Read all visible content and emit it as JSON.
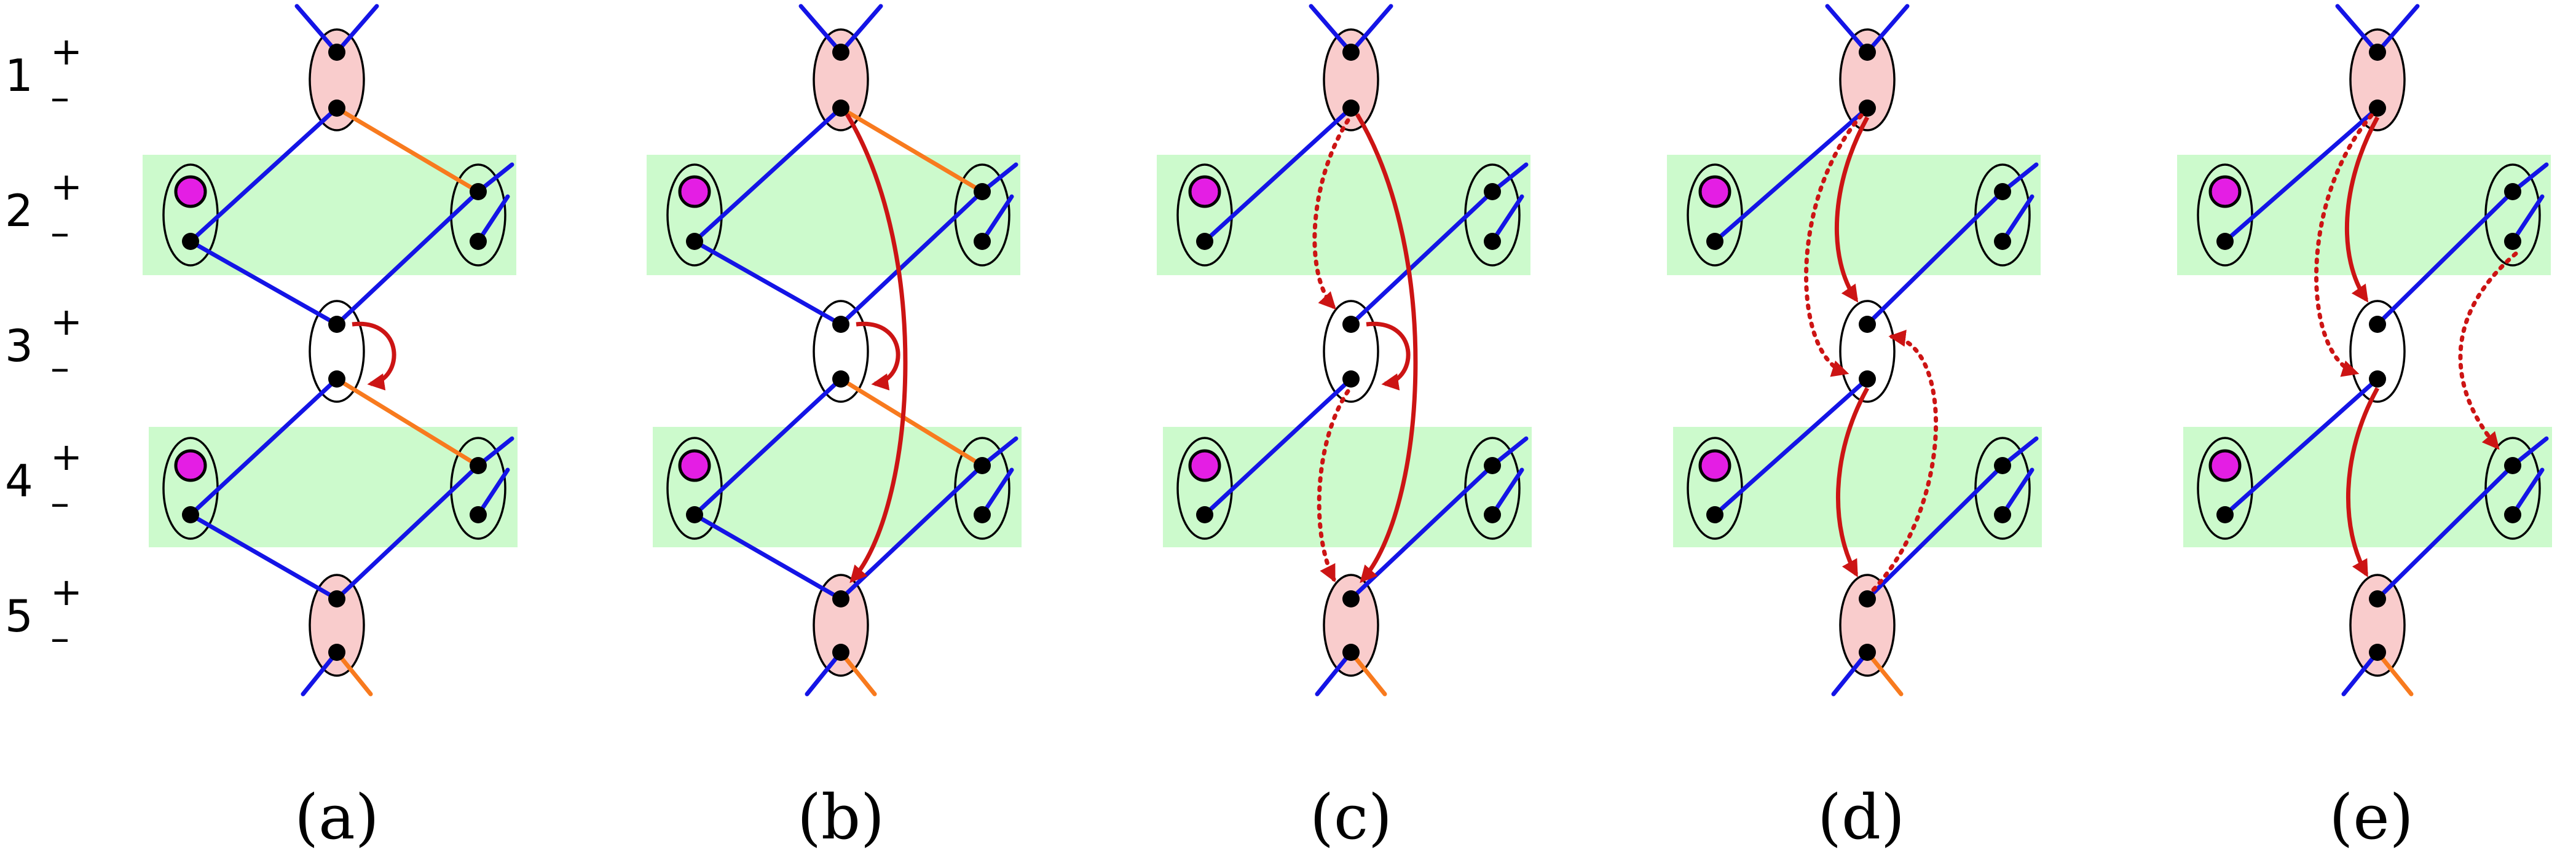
{
  "colors": {
    "band": "#ccfacc",
    "top_ellipse": "#f9cccc",
    "blue": "#1414e6",
    "orange": "#f87a1e",
    "red": "#cc1414",
    "magenta": "#e41ee4",
    "dot": "#000000"
  },
  "rows": [
    {
      "number": "1",
      "plus": "+",
      "minus": "–"
    },
    {
      "number": "2",
      "plus": "+",
      "minus": "–"
    },
    {
      "number": "3",
      "plus": "+",
      "minus": "–"
    },
    {
      "number": "4",
      "plus": "+",
      "minus": "–"
    },
    {
      "number": "5",
      "plus": "+",
      "minus": "–"
    }
  ],
  "panels": [
    {
      "label": "(a)"
    },
    {
      "label": "(b)"
    },
    {
      "label": "(c)"
    },
    {
      "label": "(d)"
    },
    {
      "label": "(e)"
    }
  ]
}
